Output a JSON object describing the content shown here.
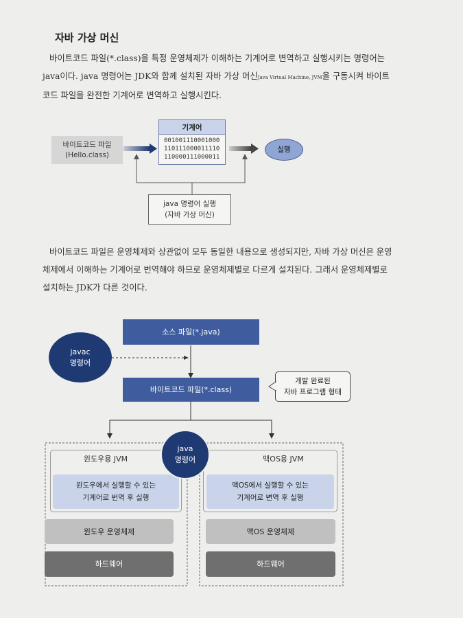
{
  "heading": "자바 가상 머신",
  "para1": {
    "line1": "바이트코드 파일(*.class)을 특정 운영체제가 이해하는 기계어로 변역하고 실행시키는 명령어는",
    "line2_a": "java이다. java 명령어는 JDK와 함께 설치된 자바 가상 머신",
    "line2_small": "Java Virtual Machine, JVM",
    "line2_b": "을 구동시켜 바이트",
    "line3": "코드 파일을 완전한 기계어로 변역하고 실행시킨다."
  },
  "diagram1": {
    "bytecode_line1": "바이트코드 파일",
    "bytecode_line2": "(Hello.class)",
    "machine_title": "기계어",
    "machine_code": [
      "001001110001000",
      "110111000011110",
      "110000111000011"
    ],
    "run": "실행",
    "java_cmd_line1": "java 명령어 실행",
    "java_cmd_line2": "(자바 가상 머신)"
  },
  "para2": {
    "line1": "바이트코드 파일은 운영체제와 상관없이 모두 동일한 내용으로 생성되지만, 자바 가상 머신은 운영",
    "line2": "체제에서 이해하는 기계어로 번역해야 하므로 운영체제별로 다르게 설치된다. 그래서 운영체제별로",
    "line3": "설치하는 JDK가 다른 것이다."
  },
  "diagram2": {
    "source": "소스 파일(*.java)",
    "javac_line1": "javac",
    "javac_line2": "명령어",
    "bytecode": "바이트코드 파일(*.class)",
    "callout_line1": "개발 완료된",
    "callout_line2": "자바 프로그램 형태",
    "java_line1": "java",
    "java_line2": "명령어",
    "win_jvm": "윈도우용 JVM",
    "win_exec_line1": "윈도우에서 실행할 수 있는",
    "win_exec_line2": "기계어로 번역 후 실행",
    "win_os": "윈도우 운영체제",
    "win_hw": "하드웨어",
    "mac_jvm": "맥OS용 JVM",
    "mac_exec_line1": "맥OS에서 실행할 수 있는",
    "mac_exec_line2": "기계어로 변역 후 실행",
    "mac_os": "맥OS 운영체제",
    "mac_hw": "하드웨어"
  },
  "colors": {
    "navy": "#1f3a73",
    "blue_box": "#3f5d9e",
    "light_blue": "#c9d4ea",
    "gray_fill": "#dcdcdc",
    "mid_gray": "#c0c0c0",
    "dark_gray": "#6f6f6f",
    "ellipse_blue": "#8fa6d4"
  }
}
